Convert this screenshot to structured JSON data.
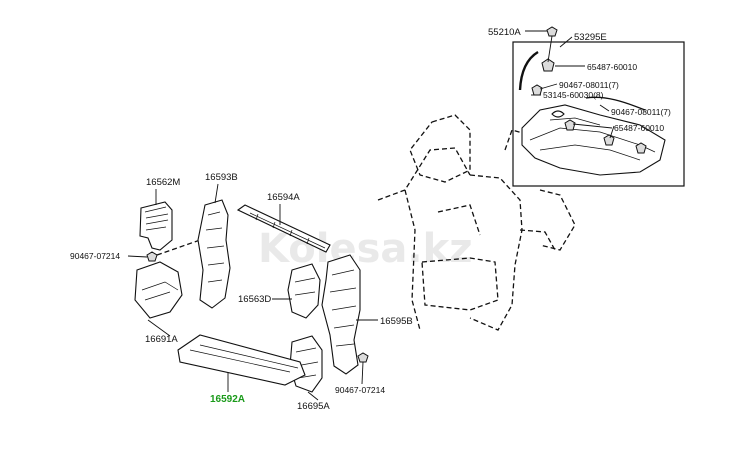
{
  "watermark": "Kolesa.kz",
  "highlight_color": "#1a9a1a",
  "labels": {
    "p55210A": "55210A",
    "p53295E": "53295E",
    "p65487_60010_a": "65487-60010",
    "p90467_08011_a": "90467-08011(7)",
    "p53145_60030": "53145-60030(8)",
    "p90467_08011_b": "90467-08011(7)",
    "p65487_60010_b": "65487-60010",
    "p16562M": "16562M",
    "p16593B": "16593B",
    "p16594A": "16594A",
    "p90467_07214_a": "90467-07214",
    "p16563D": "16563D",
    "p16595B": "16595B",
    "p16691A": "16691A",
    "p90467_07214_b": "90467-07214",
    "p16592A": "16592A",
    "p16695A": "16695A"
  }
}
